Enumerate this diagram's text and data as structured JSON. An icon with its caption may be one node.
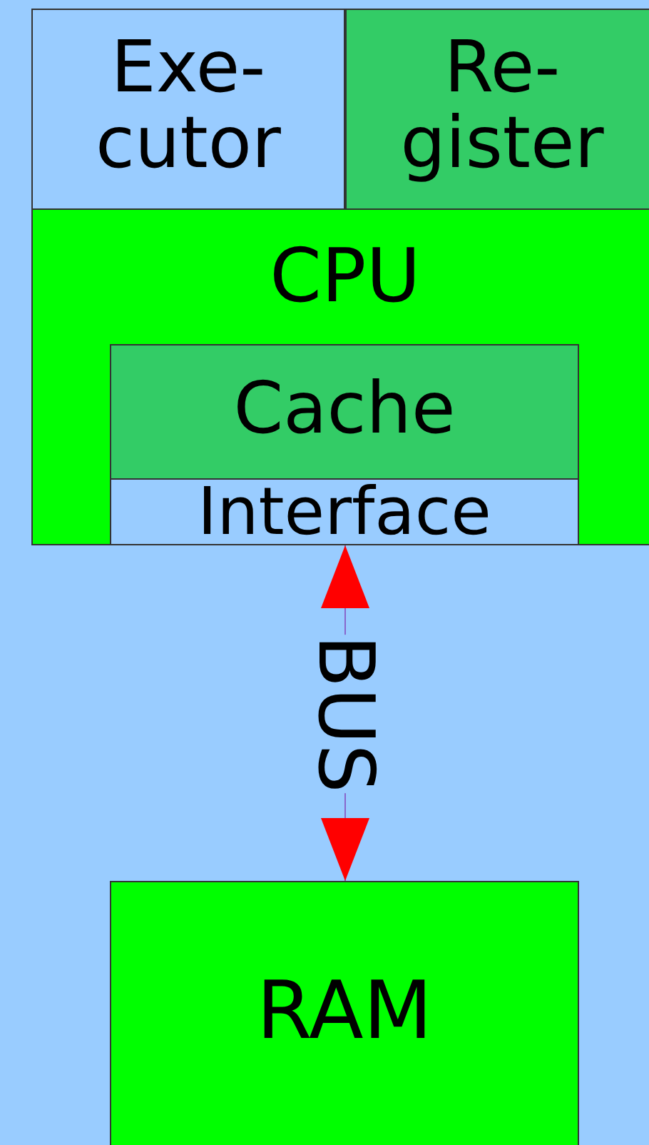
{
  "diagram": {
    "nodes": [
      {
        "text": [
          "CPU"
        ]
      },
      {
        "text": [
          "Exe- cutor"
        ],
        "in": 0
      },
      {
        "text": [
          "Re- gister"
        ],
        "in": 0
      },
      {
        "text": [
          "Cache"
        ],
        "in": 0
      },
      {
        "text": [
          "Interface"
        ],
        "in": 0
      },
      {
        "text": [
          "RAM"
        ]
      }
    ],
    "edges": [
      {
        "from": 4,
        "to": 5,
        "arrow": "both",
        "label": "BUS"
      }
    ]
  }
}
